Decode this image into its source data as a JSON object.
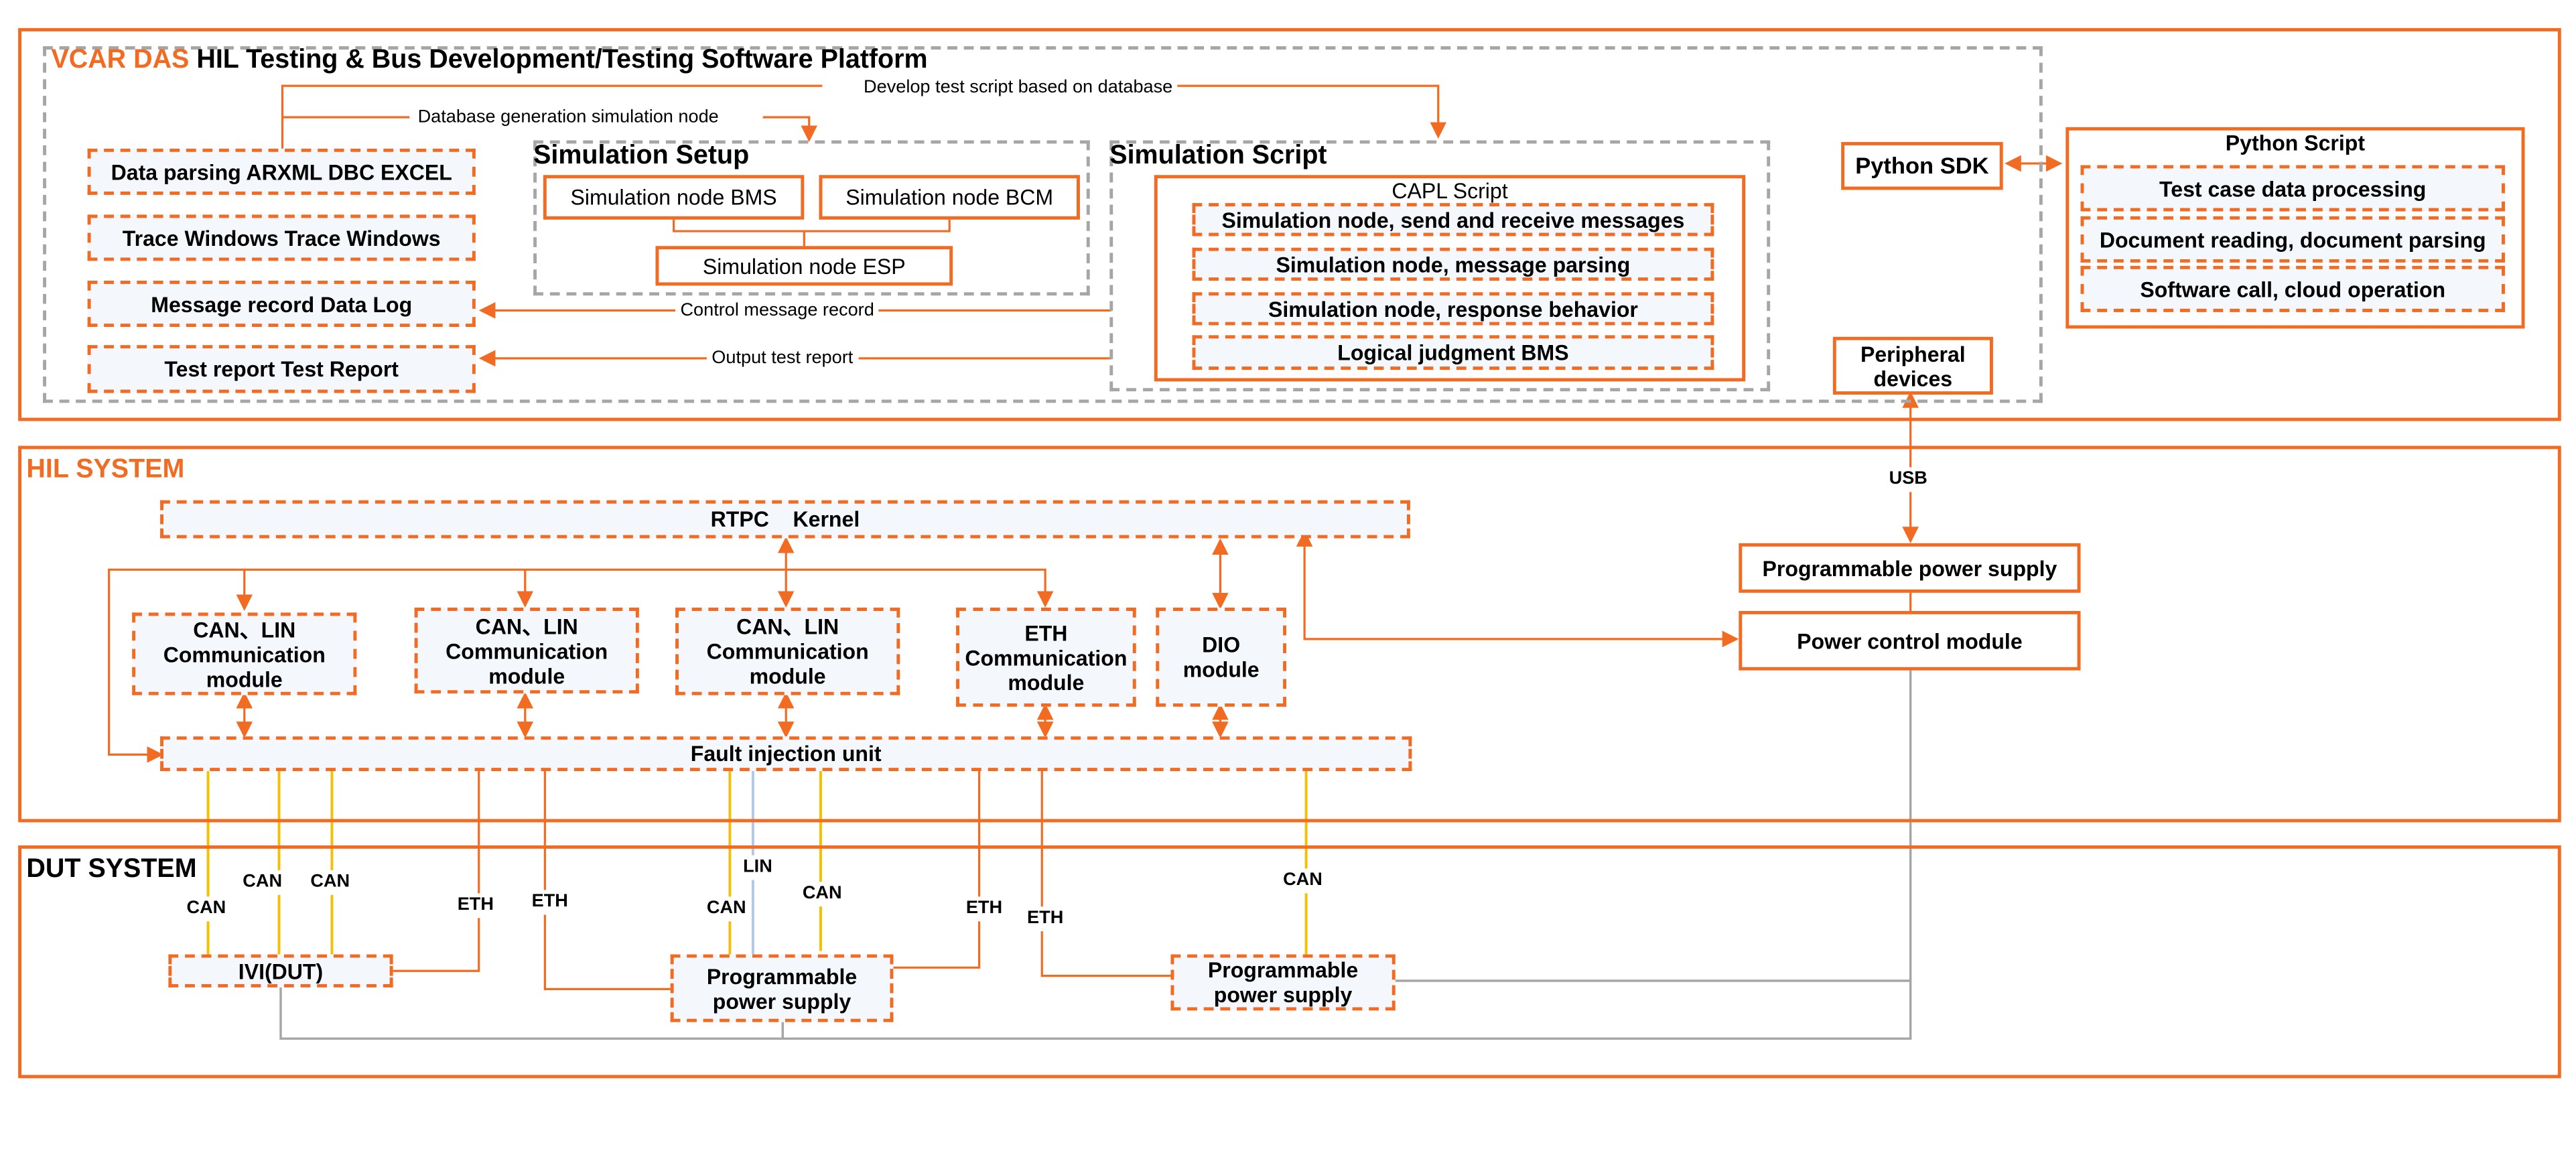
{
  "colors": {
    "accent": "#f26b22",
    "box_fill": "#f4f7fb",
    "gray_line": "#a6a6a6",
    "can_line": "#f5c000",
    "lin_line": "#b4c7e7"
  },
  "platform": {
    "brand": "VCAR DAS",
    "title": "HIL Testing & Bus Development/Testing Software Platform",
    "left_boxes": [
      "Data parsing ARXML  DBC  EXCEL",
      "Trace Windows Trace Windows",
      "Message record Data Log",
      "Test report Test Report"
    ],
    "flow_labels": {
      "develop_script": "Develop test script based on database",
      "db_generation": "Database generation simulation node",
      "control_record": "Control message record",
      "output_report": "Output test report"
    },
    "simulation_setup": {
      "title": "Simulation Setup",
      "nodes": [
        "Simulation node BMS",
        "Simulation node BCM",
        "Simulation node ESP"
      ]
    },
    "simulation_script": {
      "title": "Simulation Script",
      "capl_title": "CAPL Script",
      "items": [
        "Simulation node, send and receive messages",
        "Simulation node, message parsing",
        "Simulation node, response behavior",
        "Logical judgment BMS"
      ]
    },
    "python_sdk": "Python  SDK",
    "peripheral": "Peripheral devices",
    "python_script": {
      "title": "Python Script",
      "items": [
        "Test case data processing",
        "Document reading, document parsing",
        "Software call, cloud operation"
      ]
    }
  },
  "hil": {
    "title": "HIL SYSTEM",
    "rtpc": "RTPC    Kernel",
    "modules": [
      "CAN、LIN Communication module",
      "CAN、LIN Communication module",
      "CAN、LIN Communication module",
      "ETH Communication module",
      "DIO module"
    ],
    "fault_unit": "Fault injection unit",
    "usb_label": "USB",
    "prog_power": "Programmable power supply",
    "power_control": "Power control module"
  },
  "dut": {
    "title": "DUT SYSTEM",
    "ivi": "IVI(DUT)",
    "power1": "Programmable power supply",
    "power2": "Programmable power supply",
    "bus_labels": [
      "CAN",
      "CAN",
      "CAN",
      "ETH",
      "ETH",
      "LIN",
      "CAN",
      "CAN",
      "ETH",
      "ETH",
      "CAN"
    ]
  }
}
